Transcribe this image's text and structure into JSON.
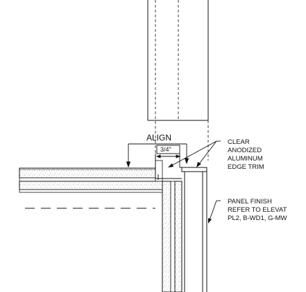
{
  "annotations": {
    "align": "ALIGN",
    "dimension": "3/4\"",
    "edge_trim": [
      "CLEAR",
      "ANODIZED",
      "ALUMINUM",
      "EDGE TRIM"
    ],
    "panel_finish": [
      "PANEL FINISH",
      "REFER TO ELEVAT",
      "PL2, B-WD1, G-MW"
    ]
  },
  "colors": {
    "line": "#111111",
    "background": "#ffffff",
    "stipple": "#555555"
  }
}
